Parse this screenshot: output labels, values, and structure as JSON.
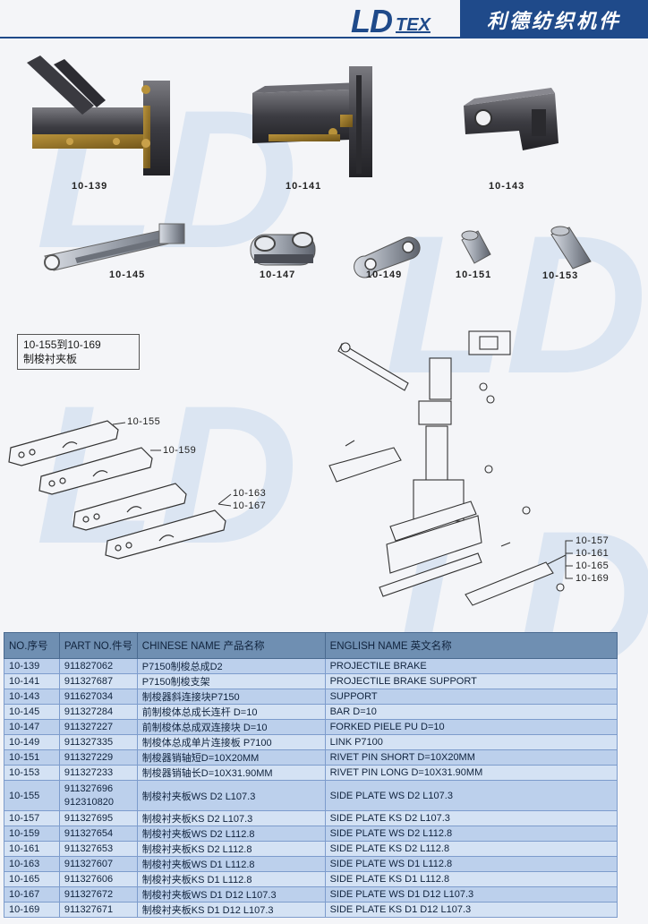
{
  "header": {
    "brand_ld": "LD",
    "brand_tex": "TEX",
    "brand_cn": "利德纺织机件"
  },
  "watermark": "LD",
  "parts": [
    {
      "id": "10-139"
    },
    {
      "id": "10-141"
    },
    {
      "id": "10-143"
    },
    {
      "id": "10-145"
    },
    {
      "id": "10-147"
    },
    {
      "id": "10-149"
    },
    {
      "id": "10-151"
    },
    {
      "id": "10-153"
    }
  ],
  "range_box": {
    "line1": "10-155到10-169",
    "line2": "制梭衬夹板"
  },
  "callouts_left": [
    "10-155",
    "10-159",
    "10-163",
    "10-167"
  ],
  "callouts_right": [
    "10-157",
    "10-161",
    "10-165",
    "10-169"
  ],
  "table": {
    "headers": {
      "no": "NO.序号",
      "part_no": "PART NO.件号",
      "chinese_name": "CHINESE NAME 产品名称",
      "english_name": "ENGLISH NAME 英文名称"
    },
    "rows": [
      {
        "no": "10-139",
        "part_no": "911827062",
        "part_no2": "",
        "chinese": "P7150制梭总成D2",
        "english": "PROJECTILE BRAKE"
      },
      {
        "no": "10-141",
        "part_no": "911327687",
        "part_no2": "",
        "chinese": "P7150制梭支架",
        "english": "PROJECTILE BRAKE SUPPORT"
      },
      {
        "no": "10-143",
        "part_no": "911627034",
        "part_no2": "",
        "chinese": "制梭器斜连接块P7150",
        "english": "SUPPORT"
      },
      {
        "no": "10-145",
        "part_no": "911327284",
        "part_no2": "",
        "chinese": "前制梭体总成长连杆 D=10",
        "english": "BAR D=10"
      },
      {
        "no": "10-147",
        "part_no": "911327227",
        "part_no2": "",
        "chinese": "前制梭体总成双连接块 D=10",
        "english": "FORKED PIELE PU D=10"
      },
      {
        "no": "10-149",
        "part_no": "911327335",
        "part_no2": "",
        "chinese": "制梭体总成单片连接板 P7100",
        "english": "LINK P7100"
      },
      {
        "no": "10-151",
        "part_no": "911327229",
        "part_no2": "",
        "chinese": "制梭器销轴短D=10X20MM",
        "english": "RIVET PIN SHORT D=10X20MM"
      },
      {
        "no": "10-153",
        "part_no": "911327233",
        "part_no2": "",
        "chinese": "制梭器销轴长D=10X31.90MM",
        "english": "RIVET PIN LONG D=10X31.90MM"
      },
      {
        "no": "10-155",
        "part_no": "911327696",
        "part_no2": "912310820",
        "chinese": "制梭衬夹板WS D2 L107.3",
        "english": "SIDE PLATE WS D2 L107.3"
      },
      {
        "no": "10-157",
        "part_no": "911327695",
        "part_no2": "",
        "chinese": "制梭衬夹板KS D2 L107.3",
        "english": "SIDE PLATE KS D2 L107.3"
      },
      {
        "no": "10-159",
        "part_no": "911327654",
        "part_no2": "",
        "chinese": "制梭衬夹板WS D2 L112.8",
        "english": "SIDE PLATE WS D2 L112.8"
      },
      {
        "no": "10-161",
        "part_no": "911327653",
        "part_no2": "",
        "chinese": "制梭衬夹板KS D2 L112.8",
        "english": "SIDE PLATE KS D2 L112.8"
      },
      {
        "no": "10-163",
        "part_no": "911327607",
        "part_no2": "",
        "chinese": "制梭衬夹板WS D1 L112.8",
        "english": "SIDE PLATE WS D1 L112.8"
      },
      {
        "no": "10-165",
        "part_no": "911327606",
        "part_no2": "",
        "chinese": "制梭衬夹板KS D1 L112.8",
        "english": "SIDE PLATE KS D1 L112.8"
      },
      {
        "no": "10-167",
        "part_no": "911327672",
        "part_no2": "",
        "chinese": "制梭衬夹板WS D1 D12 L107.3",
        "english": "SIDE PLATE WS D1 D12 L107.3"
      },
      {
        "no": "10-169",
        "part_no": "911327671",
        "part_no2": "",
        "chinese": "制梭衬夹板KS D1 D12 L107.3",
        "english": "SIDE PLATE KS D1 D12 L107.3"
      }
    ]
  }
}
